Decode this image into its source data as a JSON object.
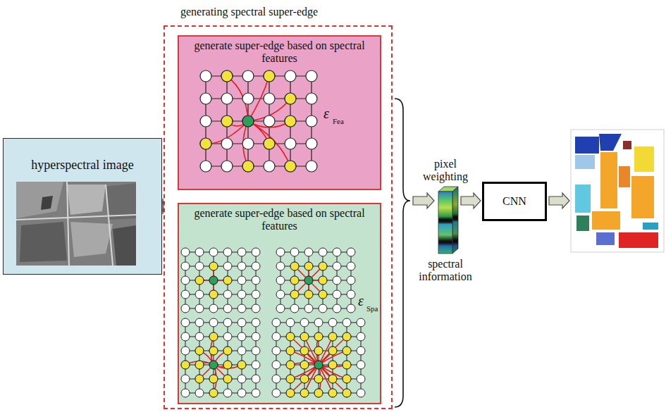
{
  "diagram": {
    "nodes": [
      {
        "text": [
          "hyperspectral image"
        ]
      },
      {
        "text": [
          "generating spectral super-edge"
        ]
      },
      {
        "text": [
          "generate super-edge based on spectral features"
        ],
        "in": 1
      },
      {
        "text": [
          "generate super-edge based on spectral features"
        ],
        "in": 1
      },
      {
        "text": [
          "CNN"
        ]
      }
    ],
    "edges": [
      {
        "from": 0,
        "to": 1,
        "arrow": "to"
      }
    ],
    "labels": [
      "ε",
      "Fea",
      "pixel weighting",
      "spectral information",
      "ε",
      "Spa"
    ]
  }
}
